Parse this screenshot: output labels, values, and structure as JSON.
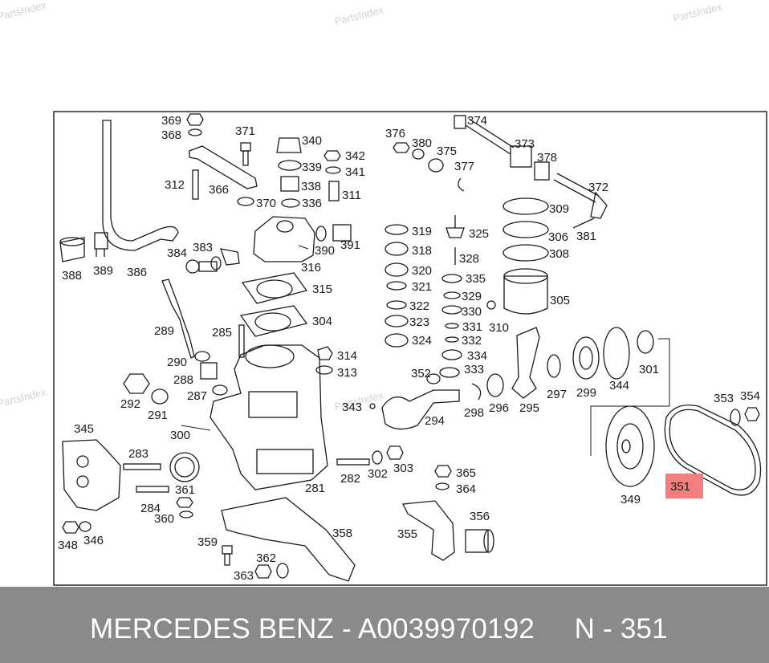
{
  "watermarks": [
    "PartsIndex",
    "PartsIndex",
    "PartsIndex",
    "PartsIndex",
    "PartsIndex"
  ],
  "labels": [
    "369",
    "368",
    "371",
    "340",
    "342",
    "339",
    "341",
    "312",
    "366",
    "338",
    "311",
    "370",
    "336",
    "376",
    "380",
    "375",
    "377",
    "374",
    "373",
    "378",
    "372",
    "309",
    "306",
    "381",
    "308",
    "388",
    "389",
    "386",
    "384",
    "383",
    "390",
    "391",
    "316",
    "319",
    "318",
    "320",
    "321",
    "322",
    "323",
    "324",
    "325",
    "328",
    "335",
    "329",
    "330",
    "331",
    "332",
    "334",
    "333",
    "310",
    "305",
    "315",
    "304",
    "289",
    "285",
    "314",
    "313",
    "290",
    "288",
    "292",
    "287",
    "291",
    "352",
    "343",
    "294",
    "298",
    "296",
    "295",
    "297",
    "299",
    "344",
    "301",
    "353",
    "354",
    "345",
    "300",
    "283",
    "302",
    "303",
    "281",
    "282",
    "365",
    "364",
    "351",
    "349",
    "361",
    "284",
    "360",
    "348",
    "346",
    "356",
    "355",
    "359",
    "358",
    "362",
    "363"
  ],
  "highlight_label": "351",
  "footer": {
    "brand": "MERCEDES BENZ",
    "separator": "-",
    "part_number": "A0039970192",
    "position_label": "N - 351"
  },
  "colors": {
    "highlight": "#f08080",
    "footer_bg": "#8a8a8a",
    "line": "#1a1a1a"
  }
}
